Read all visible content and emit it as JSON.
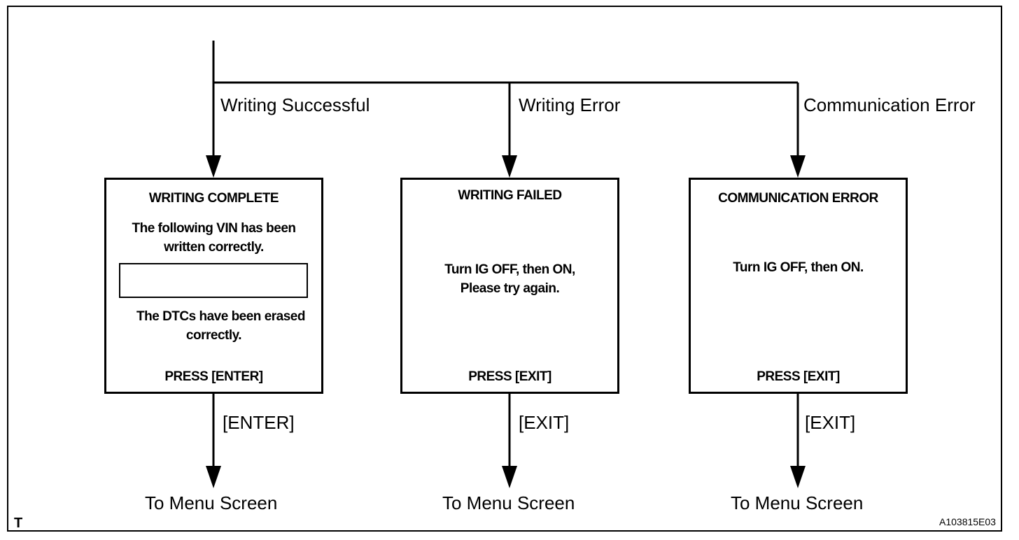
{
  "branches": {
    "success_label": "Writing Successful",
    "write_error_label": "Writing Error",
    "comm_error_label": "Communication Error"
  },
  "screens": {
    "complete": {
      "title": "WRITING COMPLETE",
      "line1": "The following VIN has been",
      "line2": "written correctly.",
      "line3": "The DTCs have been erased",
      "line4": "correctly.",
      "prompt": "PRESS [ENTER]"
    },
    "failed": {
      "title": "WRITING  FAILED",
      "line1": "Turn IG OFF, then ON,",
      "line2": "Please try again.",
      "prompt": "PRESS [EXIT]"
    },
    "comm_error": {
      "title": "COMMUNICATION ERROR",
      "line1": "Turn IG OFF, then ON.",
      "prompt": "PRESS [EXIT]"
    }
  },
  "keys": {
    "enter": "[ENTER]",
    "exit1": "[EXIT]",
    "exit2": "[EXIT]"
  },
  "destinations": {
    "d1": "To Menu Screen",
    "d2": "To Menu Screen",
    "d3": "To Menu Screen"
  },
  "footer": {
    "corner_mark": "T",
    "figure_code": "A103815E03"
  }
}
